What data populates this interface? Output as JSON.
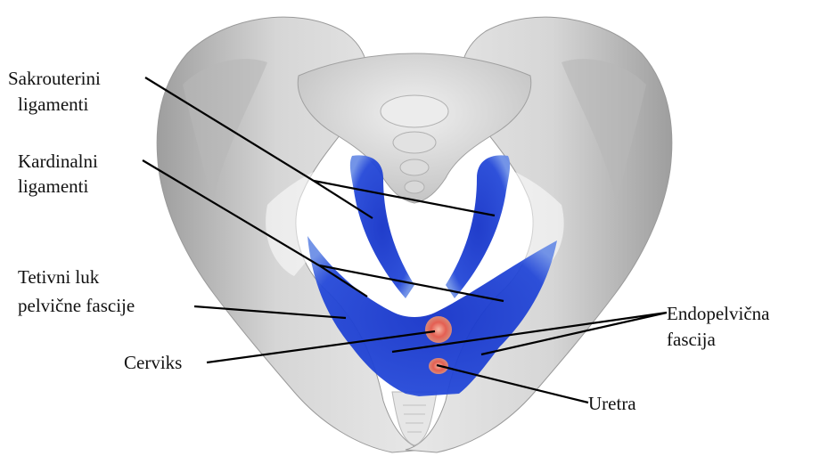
{
  "figure": {
    "labels": {
      "sakrouterini": {
        "line1": "Sakrouterini",
        "line2": "ligamenti"
      },
      "kardinalni": {
        "line1": "Kardinalni",
        "line2": "ligamenti"
      },
      "tetivni": {
        "line1": "Tetivni luk",
        "line2": "pelvične fascije"
      },
      "cerviks": {
        "line1": "Cerviks"
      },
      "endopelvicna": {
        "line1": "Endopelvična",
        "line2": "fascija"
      },
      "uretra": {
        "line1": "Uretra"
      }
    },
    "colors": {
      "bone": "#d9d9d9",
      "bone_shadow": "#a9a9a9",
      "ligament": "#1f3fd0",
      "organ": "#e2685c",
      "leader_line": "#000000",
      "text": "#111111"
    }
  }
}
